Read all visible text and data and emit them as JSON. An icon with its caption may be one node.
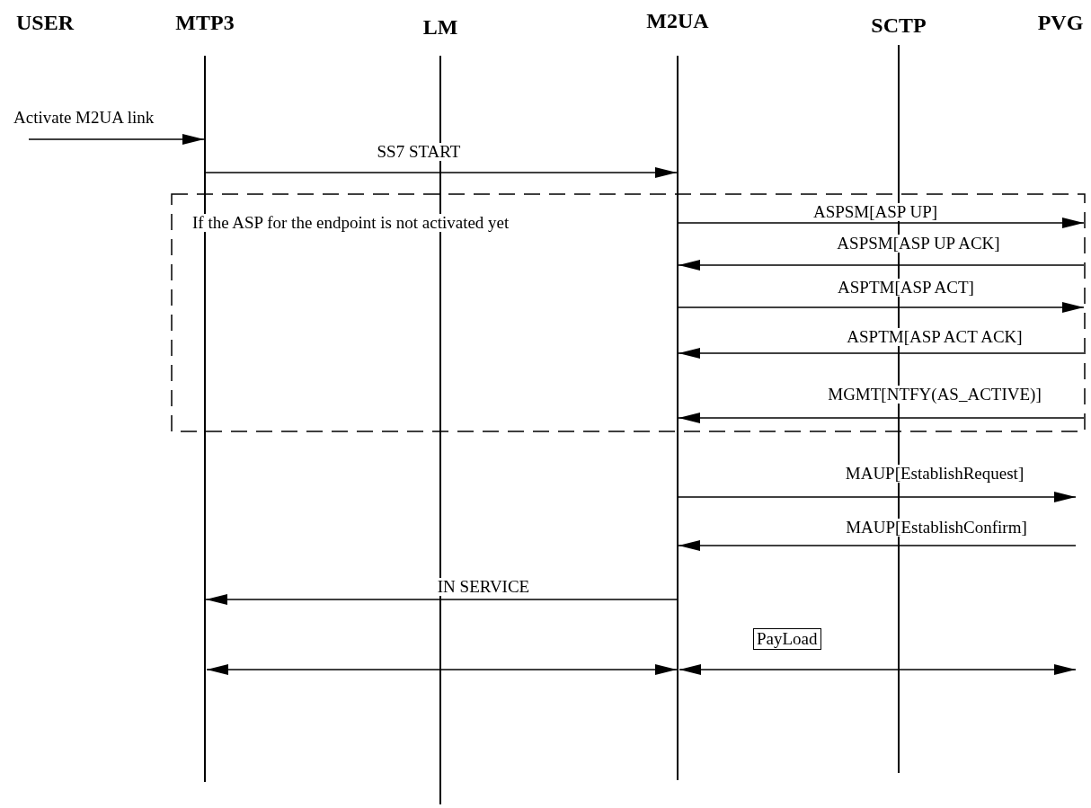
{
  "diagram": {
    "nodes": [
      {
        "text": [
          "USER"
        ]
      },
      {
        "text": [
          "MTP3"
        ]
      },
      {
        "text": [
          "LM"
        ]
      },
      {
        "text": [
          "M2UA"
        ]
      },
      {
        "text": [
          "SCTP"
        ]
      },
      {
        "text": [
          "PVG"
        ]
      },
      {
        "text": [
          "If the ASP for the endpoint is not activated yet"
        ]
      },
      {
        "text": [
          "PayLoad"
        ]
      }
    ],
    "edges": [
      {
        "from": null,
        "to": 1,
        "arrow": "to",
        "label": "Activate M2UA link"
      },
      {
        "from": 1,
        "to": 3,
        "arrow": "to",
        "label": "SS7 START"
      },
      {
        "from": 3,
        "to": 6,
        "arrow": "to",
        "label": "ASPSM[ASP UP]"
      },
      {
        "from": 6,
        "to": 3,
        "arrow": "to",
        "label": "ASPSM[ASP UP ACK]"
      },
      {
        "from": 3,
        "to": 6,
        "arrow": "to",
        "label": "ASPTM[ASP ACT]"
      },
      {
        "from": 6,
        "to": 3,
        "arrow": "to",
        "label": "ASPTM[ASP ACT ACK]"
      },
      {
        "from": 6,
        "to": 3,
        "arrow": "to",
        "label": "MGMT[NTFY(AS_ACTIVE)]"
      },
      {
        "from": 3,
        "to": null,
        "arrow": "to",
        "label": "MAUP[EstablishRequest]"
      },
      {
        "from": null,
        "to": 3,
        "arrow": "to",
        "label": "MAUP[EstablishConfirm]"
      },
      {
        "from": 3,
        "to": 1,
        "arrow": "to",
        "label": "IN SERVICE"
      },
      {
        "from": 1,
        "to": 3,
        "arrow": "both"
      },
      {
        "from": 3,
        "to": null,
        "arrow": "both"
      }
    ]
  }
}
